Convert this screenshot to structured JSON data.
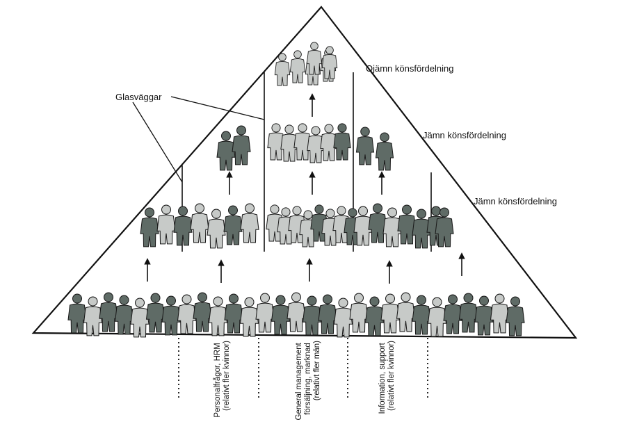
{
  "tier_labels": {
    "top": "Ojämn könsfördelning",
    "middle": "Jämn könsfördelning",
    "bottom": "Jämn könsfördelning"
  },
  "glass_walls_label": "Glasväggar",
  "columns": [
    {
      "line1": "Personalfrågor, HRM",
      "line2": "(relativt fler kvinnor)",
      "line3": ""
    },
    {
      "line1": "General management",
      "line2": "försäljning, marknad",
      "line3": "(relativt fler män)"
    },
    {
      "line1": "Information, support",
      "line2": "(relativt fler kvinnor)",
      "line3": ""
    }
  ],
  "colors": {
    "men": "#5f6b66",
    "women": "#c7cac8",
    "outline": "#1a1a1a",
    "stroke": "#111111"
  }
}
